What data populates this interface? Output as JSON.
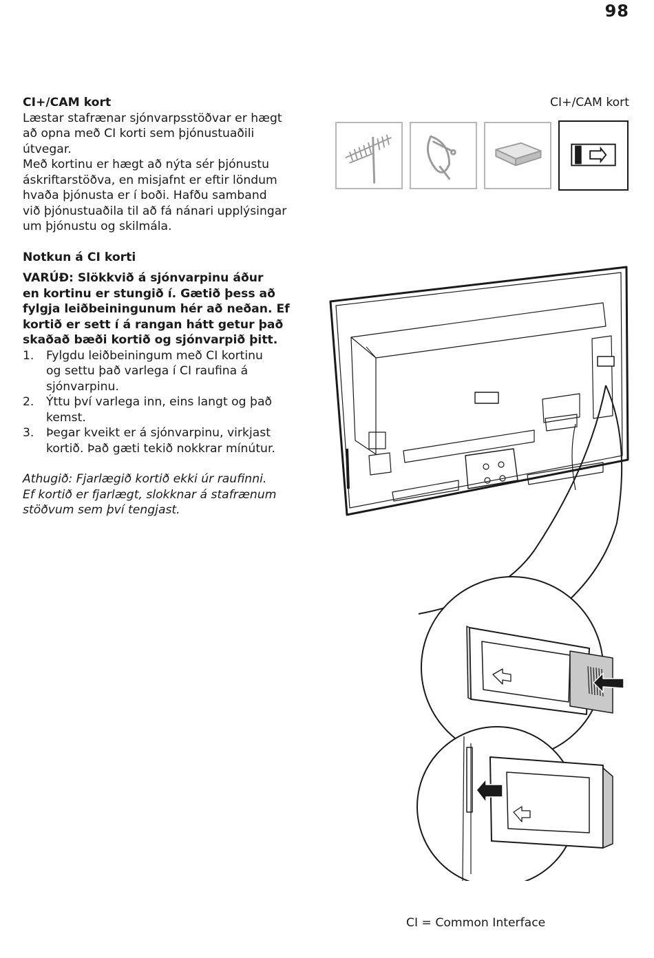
{
  "page_number": "98",
  "section1": {
    "heading": "CI+/CAM kort",
    "lines": [
      "Læstar stafrænar sjónvarpsstöðvar er hægt",
      "að opna með CI korti sem þjónustuaðili",
      "útvegar.",
      "Með kortinu er hægt að nýta sér þjónustu",
      "áskriftarstöðva, en misjafnt er eftir löndum",
      "hvaða þjónusta er í boði. Hafðu samband",
      "við þjónustuaðila til að fá nánari upplýsingar",
      "um þjónustu og skilmála."
    ]
  },
  "section2": {
    "heading": "Notkun á CI korti",
    "warning_lines": [
      "VARÚÐ: Slökkvið á sjónvarpinu áður",
      "en kortinu er stungið í. Gætið þess að",
      "fylgja leiðbeiningunum hér að neðan. Ef",
      "kortið er sett í á rangan hátt getur það",
      "skaðað bæði kortið og sjónvarpið þitt."
    ],
    "steps": [
      {
        "num": "1.",
        "lines": [
          "Fylgdu leiðbeiningum með CI kortinu",
          "og settu það varlega í CI raufina á",
          "sjónvarpinu."
        ]
      },
      {
        "num": "2.",
        "lines": [
          "Ýttu því varlega inn, eins langt og það",
          "kemst."
        ]
      },
      {
        "num": "3.",
        "lines": [
          "Þegar kveikt er á sjónvarpinu, virkjast",
          "kortið. Það gæti tekið nokkrar mínútur."
        ]
      }
    ],
    "note_lines": [
      "Athugið: Fjarlægið kortið ekki úr raufinni.",
      "Ef kortið er fjarlægt, slokknar á stafrænum",
      "stöðvum sem því tengjast."
    ]
  },
  "source_icons": {
    "label": "CI+/CAM kort",
    "items": [
      {
        "icon": "antenna-icon",
        "selected": false
      },
      {
        "icon": "satellite-dish-icon",
        "selected": false
      },
      {
        "icon": "set-top-box-icon",
        "selected": false
      },
      {
        "icon": "ci-card-icon",
        "selected": true
      }
    ]
  },
  "footer_note": "CI = Common Interface",
  "colors": {
    "text": "#1a1a1a",
    "icon_border": "#b8b8b8",
    "icon_gray": "#9a9a9a"
  }
}
